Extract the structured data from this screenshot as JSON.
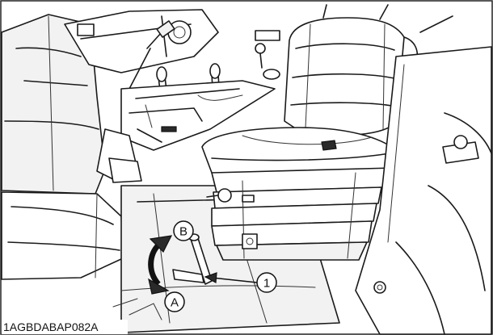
{
  "figure": {
    "code": "1AGBDABAP082A"
  },
  "callouts": {
    "position_b": "B",
    "position_a": "A",
    "part_1": "1"
  },
  "icons": {
    "lever_motion": "curved-double-arrow-icon",
    "leader": "leader-arrow-icon"
  }
}
